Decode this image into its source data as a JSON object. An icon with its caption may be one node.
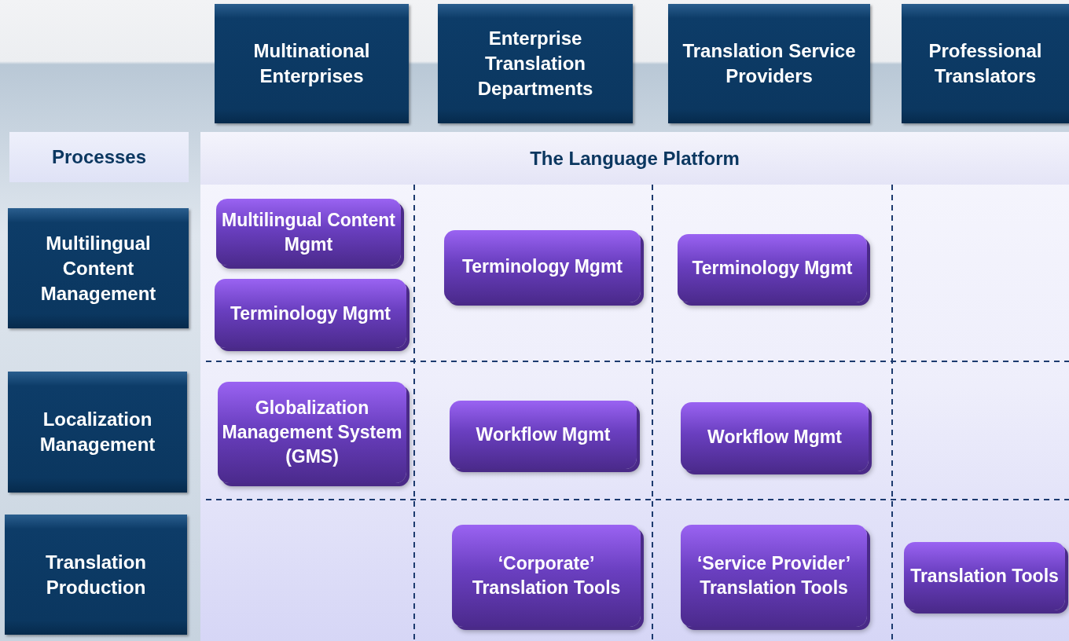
{
  "diagram": {
    "nodes": [
      {
        "text": [
          "Multinational Enterprises"
        ]
      },
      {
        "text": [
          "Enterprise Translation Departments"
        ]
      },
      {
        "text": [
          "Translation Service Providers"
        ]
      },
      {
        "text": [
          "Professional Translators"
        ]
      },
      {
        "text": [
          "Processes"
        ]
      },
      {
        "text": [
          "The Language Platform"
        ]
      },
      {
        "text": [
          "Multilingual Content Management"
        ]
      },
      {
        "text": [
          "Localization Management"
        ]
      },
      {
        "text": [
          "Translation Production"
        ]
      },
      {
        "text": [
          "Multilingual Content Mgmt"
        ],
        "in": 5
      },
      {
        "text": [
          "Terminology Mgmt"
        ],
        "in": 5
      },
      {
        "text": [
          "Terminology Mgmt"
        ],
        "in": 5
      },
      {
        "text": [
          "Terminology Mgmt"
        ],
        "in": 5
      },
      {
        "text": [
          "Globalization Management System (GMS)"
        ],
        "in": 5
      },
      {
        "text": [
          "Workflow Mgmt"
        ],
        "in": 5
      },
      {
        "text": [
          "Workflow Mgmt"
        ],
        "in": 5
      },
      {
        "text": [
          "‘Corporate’ Translation Tools"
        ],
        "in": 5
      },
      {
        "text": [
          "‘Service Provider’ Translation Tools"
        ],
        "in": 5
      },
      {
        "text": [
          "Translation Tools"
        ],
        "in": 5
      }
    ]
  }
}
